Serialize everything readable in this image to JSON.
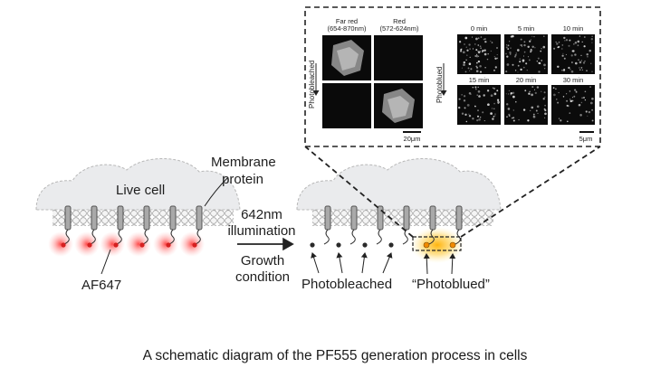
{
  "diagram": {
    "caption": "A schematic diagram of the PF555 generation process in cells",
    "live_cell_label": "Live cell",
    "membrane_label_line1": "Membrane",
    "membrane_label_line2": "protein",
    "af647_label": "AF647",
    "illum_line1": "642nm",
    "illum_line2": "illumination",
    "growth_line1": "Growth",
    "growth_line2": "condition",
    "photobleached_label": "Photobleached",
    "photoblued_label": "“Photoblued”"
  },
  "inset": {
    "far_red_line1": "Far red",
    "far_red_line2": "(654-870nm)",
    "red_line1": "Red",
    "red_line2": "(572-624nm)",
    "photobleached_vertical": "Photobleached",
    "photoblued_vertical": "Photoblued",
    "scale_left": "20μm",
    "scale_right": "5μm",
    "time_labels": [
      "0 min",
      "5 min",
      "10 min",
      "15 min",
      "20 min",
      "30 min"
    ]
  },
  "colors": {
    "af647_glow": "#ff3b3b",
    "photoblued_glow": "#ffb300",
    "cell": "#e9eaec"
  }
}
